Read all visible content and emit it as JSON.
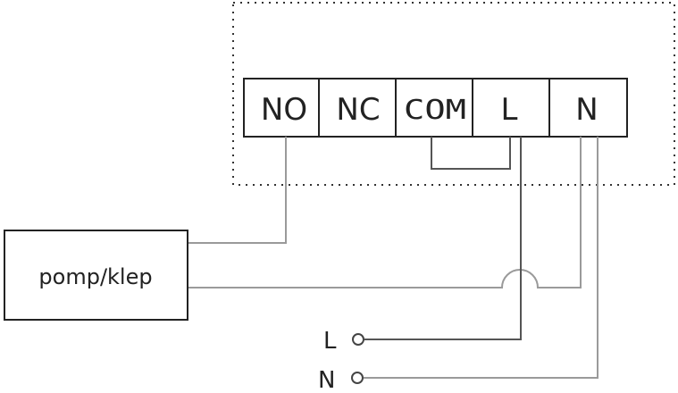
{
  "terminals": [
    {
      "id": "no",
      "label": "NO"
    },
    {
      "id": "nc",
      "label": "NC"
    },
    {
      "id": "com",
      "label": "COM"
    },
    {
      "id": "l",
      "label": "L"
    },
    {
      "id": "n",
      "label": "N"
    }
  ],
  "device": {
    "label": "pomp/klep"
  },
  "supply": {
    "l_label": "L",
    "n_label": "N"
  }
}
